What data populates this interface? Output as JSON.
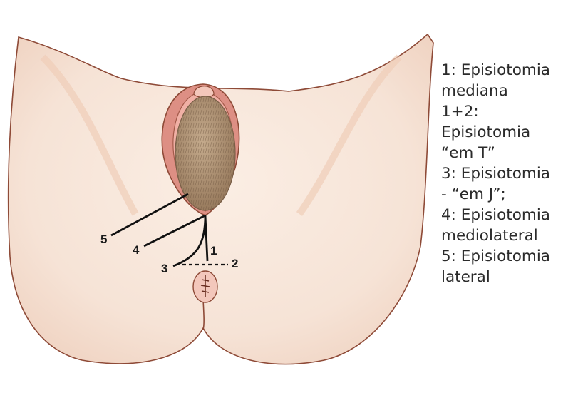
{
  "diagram": {
    "incision_numbers": [
      "1",
      "2",
      "3",
      "4",
      "5"
    ],
    "colors": {
      "skin": "#f6e3d6",
      "skin_shadow": "#efcdb8",
      "outline": "#8e4a37",
      "labia": "#d98a7e",
      "hair": "#a68a6e",
      "incision": "#111111"
    },
    "icons": [
      "perineum-illustration"
    ]
  },
  "legend": {
    "lines": [
      "1: Episiotomia",
      "mediana",
      "1+2:",
      "Episiotomia",
      "“em T”",
      "3: Episiotomia",
      "- “em J”;",
      "4: Episiotomia",
      "mediolateral",
      "5: Episiotomia",
      "lateral"
    ]
  }
}
